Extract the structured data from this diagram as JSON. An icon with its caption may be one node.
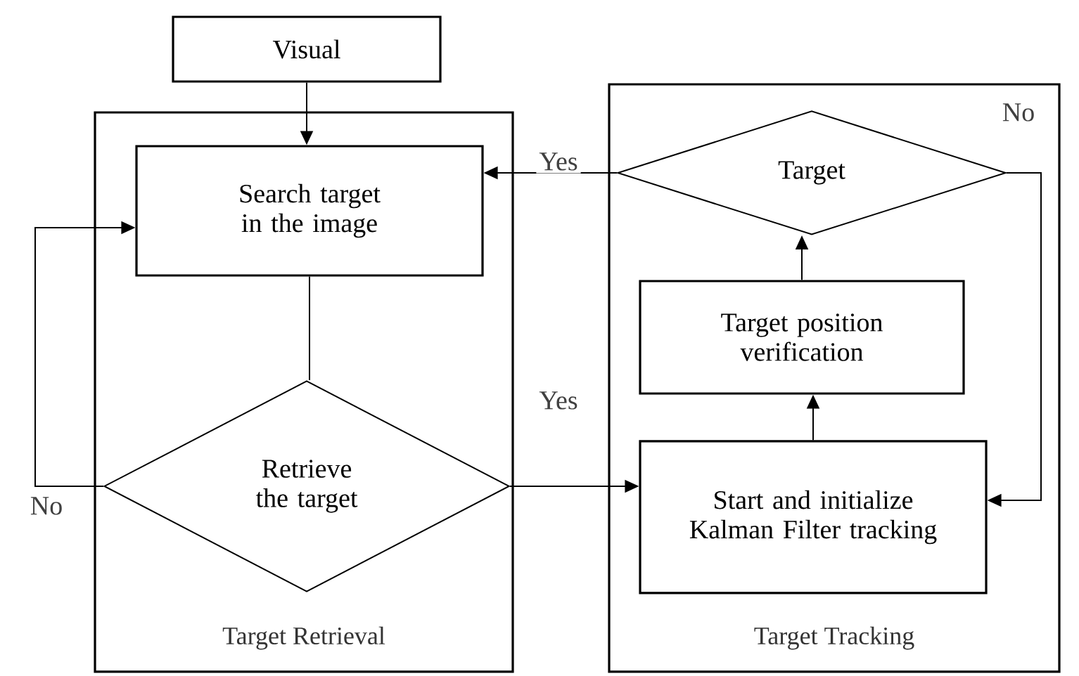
{
  "diagram": {
    "nodes": [
      {
        "text": [
          "Target Retrieval"
        ]
      },
      {
        "text": [
          "Target Tracking"
        ]
      },
      {
        "text": [
          "Visual"
        ]
      },
      {
        "text": [
          "Search target in the image"
        ],
        "in": 0
      },
      {
        "text": [
          "Retrieve the target"
        ],
        "in": 0
      },
      {
        "text": [
          "Target"
        ],
        "in": 1
      },
      {
        "text": [
          "Target position verification"
        ],
        "in": 1
      },
      {
        "text": [
          "Start and initialize Kalman Filter tracking"
        ],
        "in": 1
      }
    ],
    "edges": [
      {
        "from": 2,
        "to": 3,
        "arrow": "to"
      },
      {
        "from": 3,
        "to": 4,
        "arrow": "none"
      },
      {
        "from": 4,
        "to": 3,
        "arrow": "to",
        "label": "No"
      },
      {
        "from": 4,
        "to": 7,
        "arrow": "to",
        "label": "Yes"
      },
      {
        "from": 7,
        "to": 6,
        "arrow": "to"
      },
      {
        "from": 6,
        "to": 5,
        "arrow": "to"
      },
      {
        "from": 5,
        "to": 3,
        "arrow": "to",
        "label": "Yes"
      },
      {
        "from": 5,
        "to": 7,
        "arrow": "to",
        "label": "No"
      }
    ]
  }
}
